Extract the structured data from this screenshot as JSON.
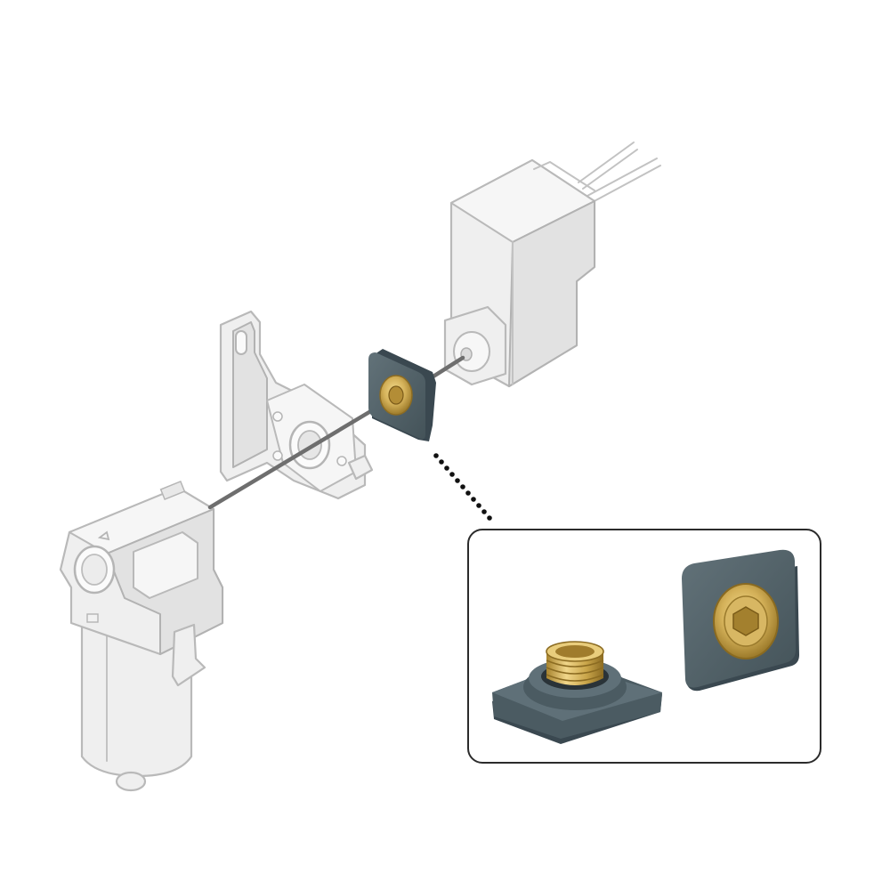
{
  "figure": {
    "components": [
      "solenoid-valve",
      "spacer-plate",
      "mounting-bracket",
      "filter-regulator"
    ],
    "callout": {
      "subject": "spacer-plate",
      "leader_style": "dotted"
    },
    "colors": {
      "ghost_fill": "#efefef",
      "ghost_outline": "#b9b9b9",
      "pipe": "#6e6e6e",
      "slate": "#4b5b62",
      "brass": "#c9a54a",
      "callout_border": "#2b2b2b"
    }
  }
}
